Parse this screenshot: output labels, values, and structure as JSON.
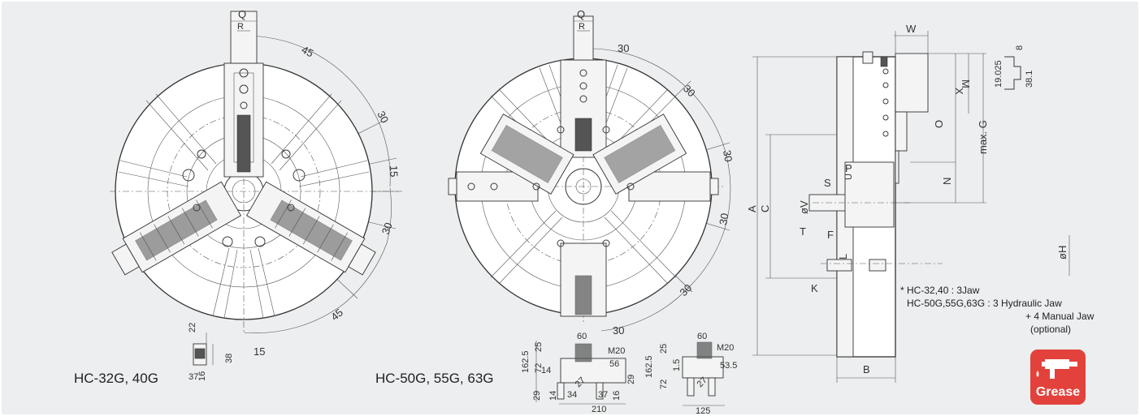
{
  "models": {
    "left": "HC-32G, 40G",
    "middle": "HC-50G, 55G, 63G"
  },
  "left_chuck": {
    "dim_q": "Q",
    "dim_r": "R",
    "angles": [
      "45",
      "30",
      "15",
      "30",
      "45",
      "15"
    ],
    "jaw_dims": [
      "22",
      "38",
      "37",
      "16"
    ]
  },
  "middle_chuck": {
    "dim_q": "Q",
    "dim_r": "R",
    "angles": [
      "30",
      "30",
      "30",
      "30",
      "30",
      "30"
    ]
  },
  "jaw_detail_a": {
    "dims": [
      "60",
      "M20",
      "162.5",
      "25",
      "72",
      "14",
      "56",
      "29",
      "29",
      "14",
      "34",
      "37",
      "16",
      "210",
      "27"
    ]
  },
  "jaw_detail_b": {
    "dims": [
      "60",
      "M20",
      "162.5",
      "25",
      "72",
      "1.5",
      "53.5",
      "27",
      "125"
    ]
  },
  "side_view": {
    "labels": [
      "W",
      "M",
      "X",
      "O",
      "max. G",
      "N",
      "A",
      "C",
      "S",
      "P",
      "U",
      "øV",
      "T",
      "F",
      "L",
      "øH",
      "K",
      "B"
    ],
    "step_dims": [
      "8",
      "19.025",
      "38.1"
    ]
  },
  "footnote": {
    "line1": "* HC-32,40 : 3Jaw",
    "line2": "HC-50G,55G,63G : 3 Hydraulic Jaw",
    "line3": "+ 4 Manual Jaw",
    "line4": "(optional)"
  },
  "badge": {
    "label": "Grease",
    "color": "#e2423b",
    "icon": "grease-gun-icon"
  }
}
